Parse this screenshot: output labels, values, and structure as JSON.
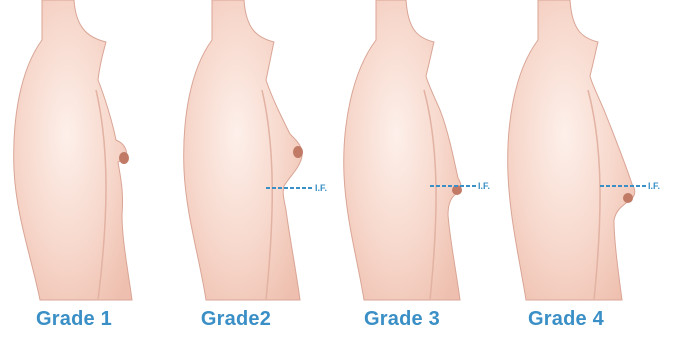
{
  "panels": [
    {
      "label": "Grade 1",
      "grade": 1,
      "show_marker": false,
      "marker_label": ""
    },
    {
      "label": "Grade2",
      "grade": 2,
      "show_marker": true,
      "marker_label": "I.F."
    },
    {
      "label": "Grade 3",
      "grade": 3,
      "show_marker": true,
      "marker_label": "I.F."
    },
    {
      "label": "Grade 4",
      "grade": 4,
      "show_marker": true,
      "marker_label": "I.F."
    }
  ],
  "colors": {
    "skin_light": "#fbe6df",
    "skin_mid": "#f3c9bb",
    "skin_outline": "#d9a596",
    "nipple": "#c07a66",
    "label_blue": "#3a8fc6",
    "marker_blue": "#3a8fc6"
  }
}
